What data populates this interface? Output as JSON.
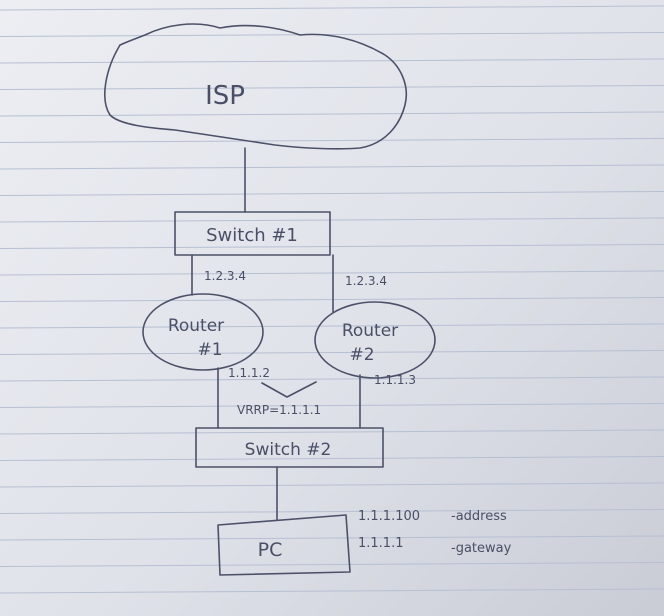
{
  "diagram": {
    "isp_label": "ISP",
    "switch1_label": "Switch #1",
    "switch2_label": "Switch #2",
    "router1_label_line1": "Router",
    "router1_label_line2": "#1",
    "router2_label_line1": "Router",
    "router2_label_line2": "#2",
    "router1_wan_ip": "1.2.3.4",
    "router2_wan_ip": "1.2.3.4",
    "router1_lan_ip": "1.1.1.2",
    "router2_lan_ip": "1.1.1.3",
    "vrrp_label": "VRRP=1.1.1.1",
    "pc_label": "PC",
    "pc_address": "1.1.1.100",
    "pc_address_note": "-address",
    "pc_gateway": "1.1.1.1",
    "pc_gateway_note": "-gateway"
  },
  "colors": {
    "ink": "#4a4f66",
    "paper": "#e4e6ec",
    "rule_line": "#b7bfd2"
  }
}
